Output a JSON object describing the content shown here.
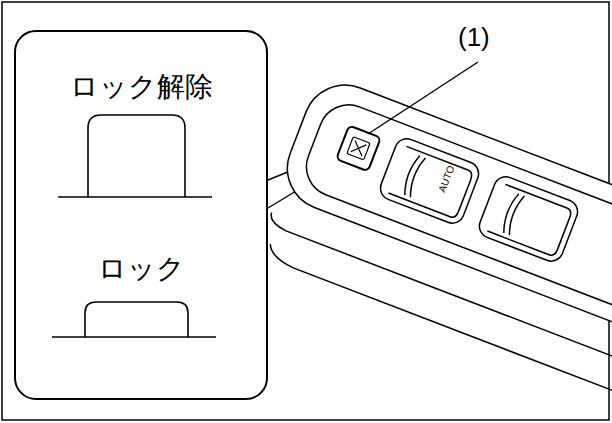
{
  "diagram": {
    "nodes": [
      {
        "text": [
          "ロック解除",
          "ロック"
        ]
      }
    ],
    "labels": [
      "(1)",
      "AUTO"
    ]
  }
}
